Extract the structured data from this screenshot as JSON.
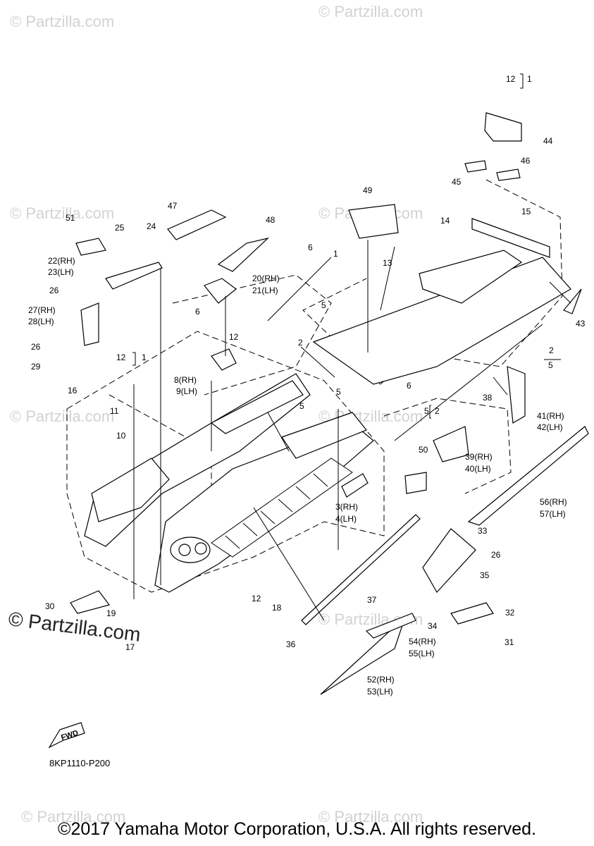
{
  "watermark": "© Partzilla.com",
  "diagram_code": "8KP1110-P200",
  "copyright": "©2017 Yamaha Motor Corporation, U.S.A. All rights reserved.",
  "fwd_label": "FWD",
  "labels": [
    "1",
    "2",
    "5",
    "5",
    "5",
    "5",
    "6",
    "6",
    "6",
    "12",
    "12",
    "12",
    "13",
    "14",
    "15",
    "16",
    "10",
    "11",
    "18",
    "19",
    "24",
    "25",
    "26",
    "26",
    "26",
    "29",
    "30",
    "31",
    "33",
    "34",
    "35",
    "36",
    "37",
    "38",
    "43",
    "44",
    "45",
    "46",
    "47",
    "48",
    "49",
    "50",
    "51",
    "3(RH)",
    "4(LH)",
    "8(RH)",
    "9(LH)",
    "20(RH)",
    "21(LH)",
    "22(RH)",
    "23(LH)",
    "27(RH)",
    "28(LH)",
    "39(RH)",
    "40(LH)",
    "41(RH)",
    "42(LH)",
    "52(RH)",
    "53(LH)",
    "54(RH)",
    "55(LH)",
    "56(RH)",
    "57(LH)",
    "17",
    "32",
    "12",
    "2",
    "1",
    "1",
    "5",
    "2"
  ]
}
